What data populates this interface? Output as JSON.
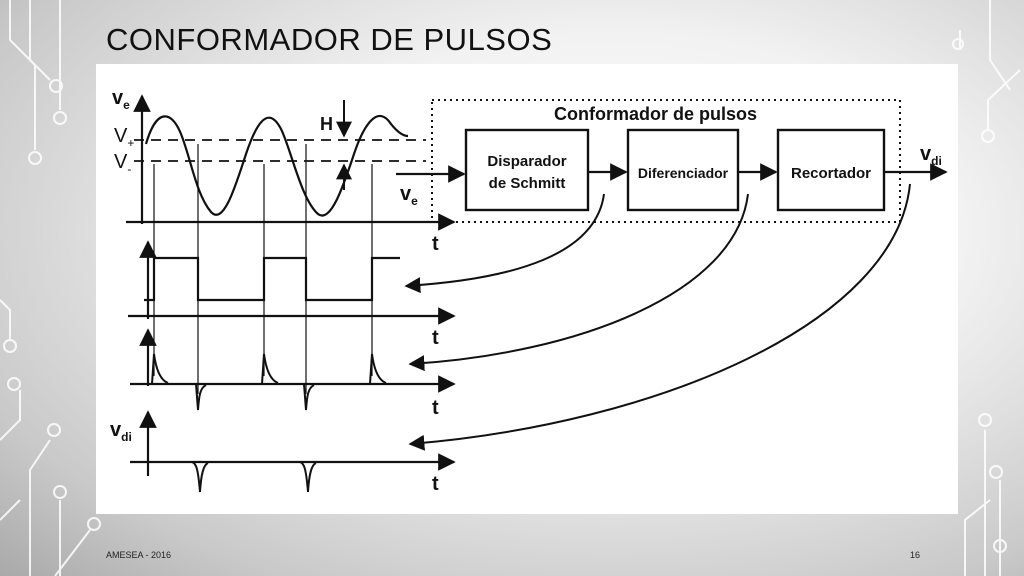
{
  "slide": {
    "title": "CONFORMADOR DE PULSOS",
    "footer_left": "AMESEA - 2016",
    "page_number": "16"
  },
  "diagram": {
    "group_label": "Conformador de pulsos",
    "blocks": [
      {
        "line1": "Disparador",
        "line2": "de Schmitt"
      },
      {
        "line1": "Diferenciador"
      },
      {
        "line1": "Recortador"
      }
    ],
    "labels": {
      "v_e": "v",
      "v_e_sub": "e",
      "v_plus": "V",
      "v_plus_sub": "+",
      "v_minus": "V",
      "v_minus_sub": "-",
      "hysteresis": "H",
      "input": "v",
      "input_sub": "e",
      "output": "v",
      "output_sub": "di",
      "v_di": "v",
      "v_di_sub": "di",
      "time_axis": "t"
    }
  },
  "colors": {
    "ink": "#111111",
    "figure_bg": "#ffffff",
    "circuit_lines": "#ffffff"
  }
}
